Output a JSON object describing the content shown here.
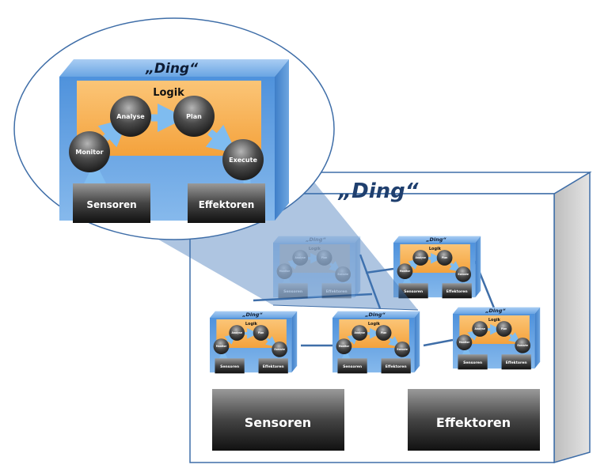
{
  "detail": {
    "title": "„Ding“",
    "logic": "Logik",
    "monitor": "Monitor",
    "analyse": "Analyse",
    "plan": "Plan",
    "execute": "Execute",
    "sensors": "Sensoren",
    "effectors": "Effektoren"
  },
  "outer": {
    "title": "„Ding“",
    "sensors": "Sensoren",
    "effectors": "Effektoren"
  },
  "colors": {
    "box_blue": "#5d9fe3",
    "logic_orange": "#f7ae50",
    "arrow_blue": "#7fbcf0",
    "node_dark": "#2e2e2e",
    "outline": "#3f6ea8"
  }
}
